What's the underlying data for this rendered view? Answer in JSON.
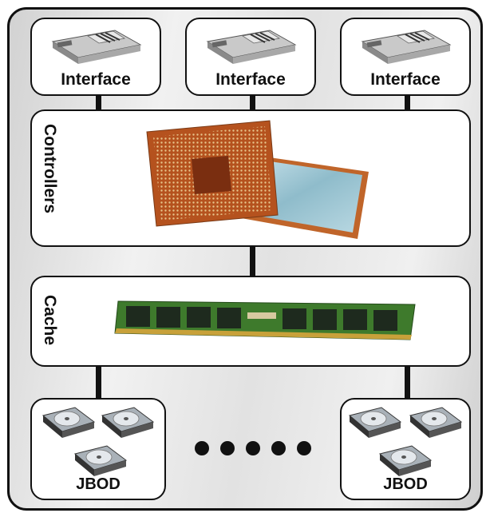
{
  "interfaces": [
    {
      "label": "Interface"
    },
    {
      "label": "Interface"
    },
    {
      "label": "Interface"
    }
  ],
  "controllers": {
    "label": "Controllers"
  },
  "cache": {
    "label": "Cache"
  },
  "jbods": [
    {
      "label": "JBOD"
    },
    {
      "label": "JBOD"
    }
  ],
  "ellipsis_dots": 5,
  "colors": {
    "outline": "#111111",
    "chip_substrate": "#b5521e",
    "chip_die": "#7a2e10",
    "heatspreader": "#9ec9d6",
    "ram_pcb": "#3e7a2c",
    "ram_chip": "#1e2a1e",
    "ram_contacts": "#c8a13a"
  },
  "icons": [
    "gbic-transceiver-icon",
    "cpu-chip-icon",
    "ram-module-icon",
    "hard-drive-icon"
  ]
}
